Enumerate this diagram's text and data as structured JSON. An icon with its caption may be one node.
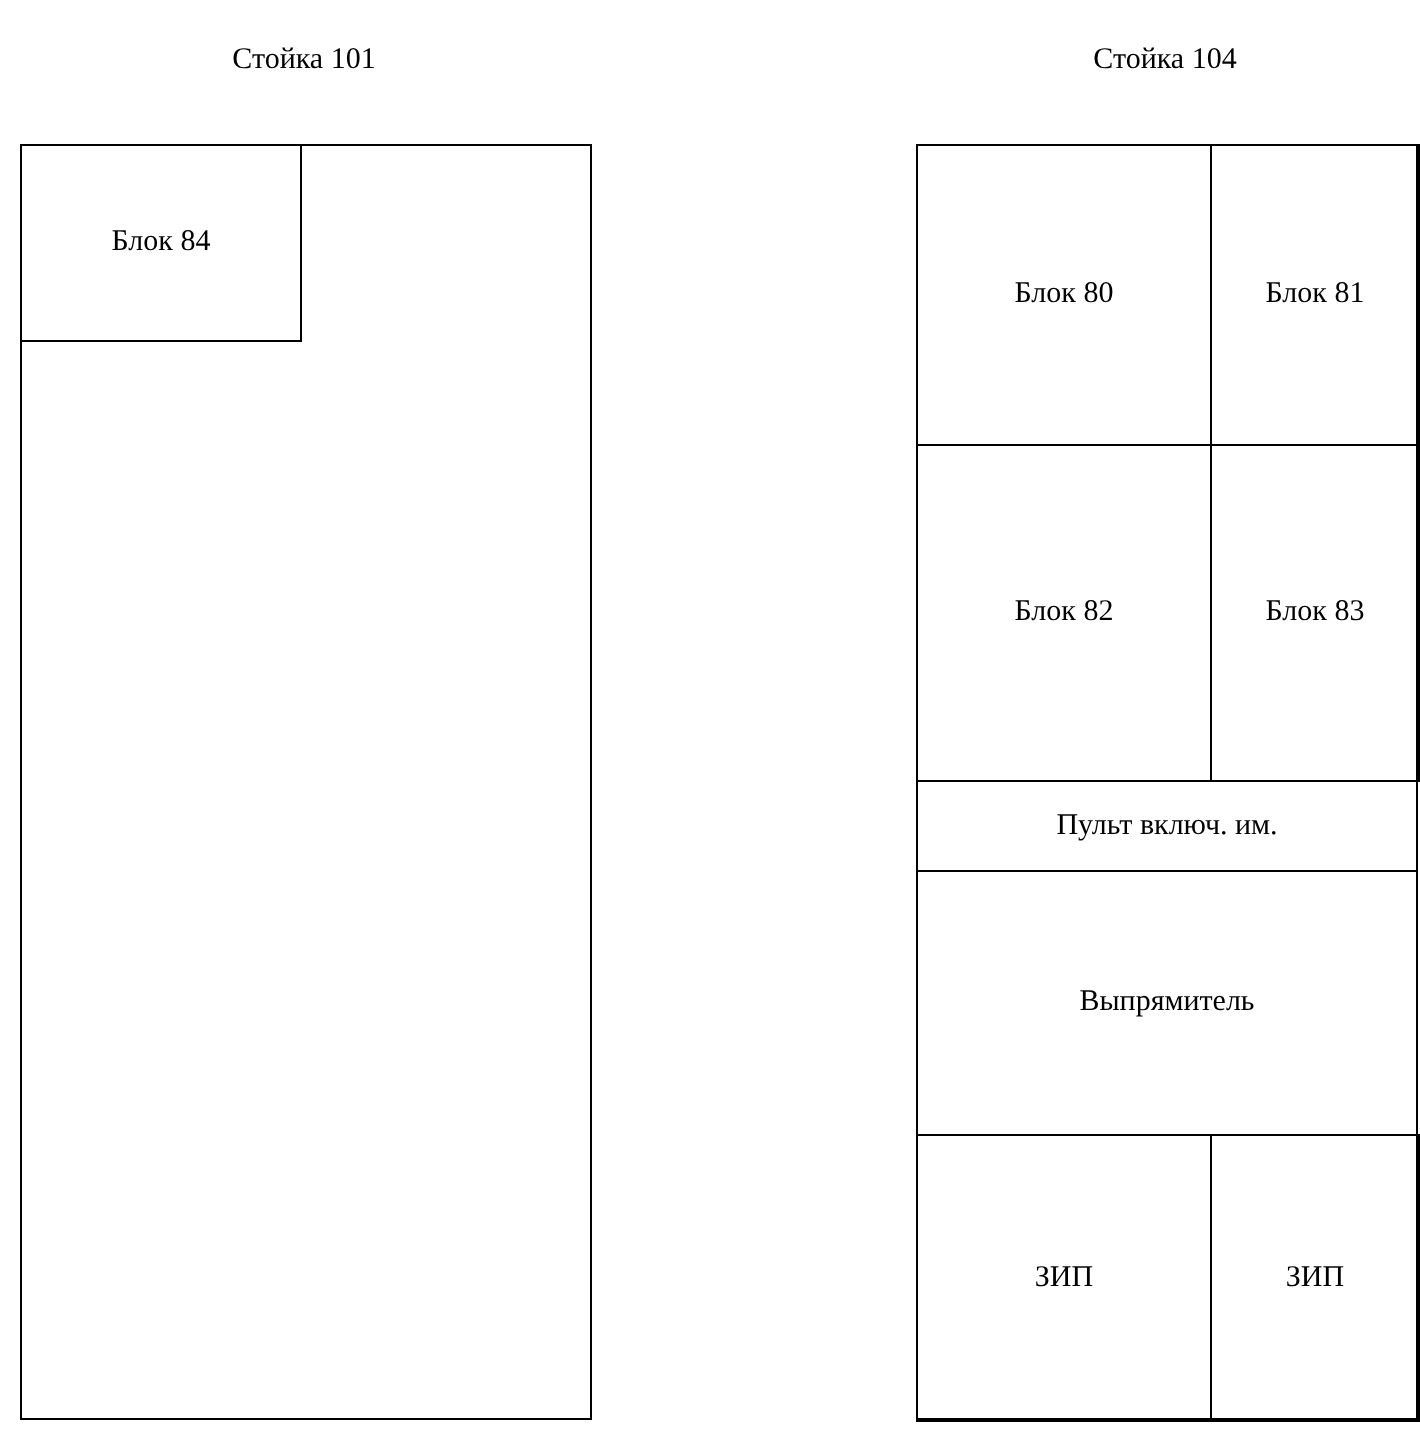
{
  "diagram": {
    "nodes": [
      {
        "text": [
          "Стойка 101"
        ]
      },
      {
        "text": [
          "Блок 84"
        ],
        "in": 0
      },
      {
        "text": [
          "Стойка 104"
        ]
      },
      {
        "text": [
          "Блок 80"
        ],
        "in": 2
      },
      {
        "text": [
          "Блок 81"
        ],
        "in": 2
      },
      {
        "text": [
          "Блок 82"
        ],
        "in": 2
      },
      {
        "text": [
          "Блок 83"
        ],
        "in": 2
      },
      {
        "text": [
          "Пульт включ. им."
        ],
        "in": 2
      },
      {
        "text": [
          "Выпрямитель"
        ],
        "in": 2
      },
      {
        "text": [
          "ЗИП"
        ],
        "in": 2
      },
      {
        "text": [
          "ЗИП"
        ],
        "in": 2
      }
    ]
  }
}
